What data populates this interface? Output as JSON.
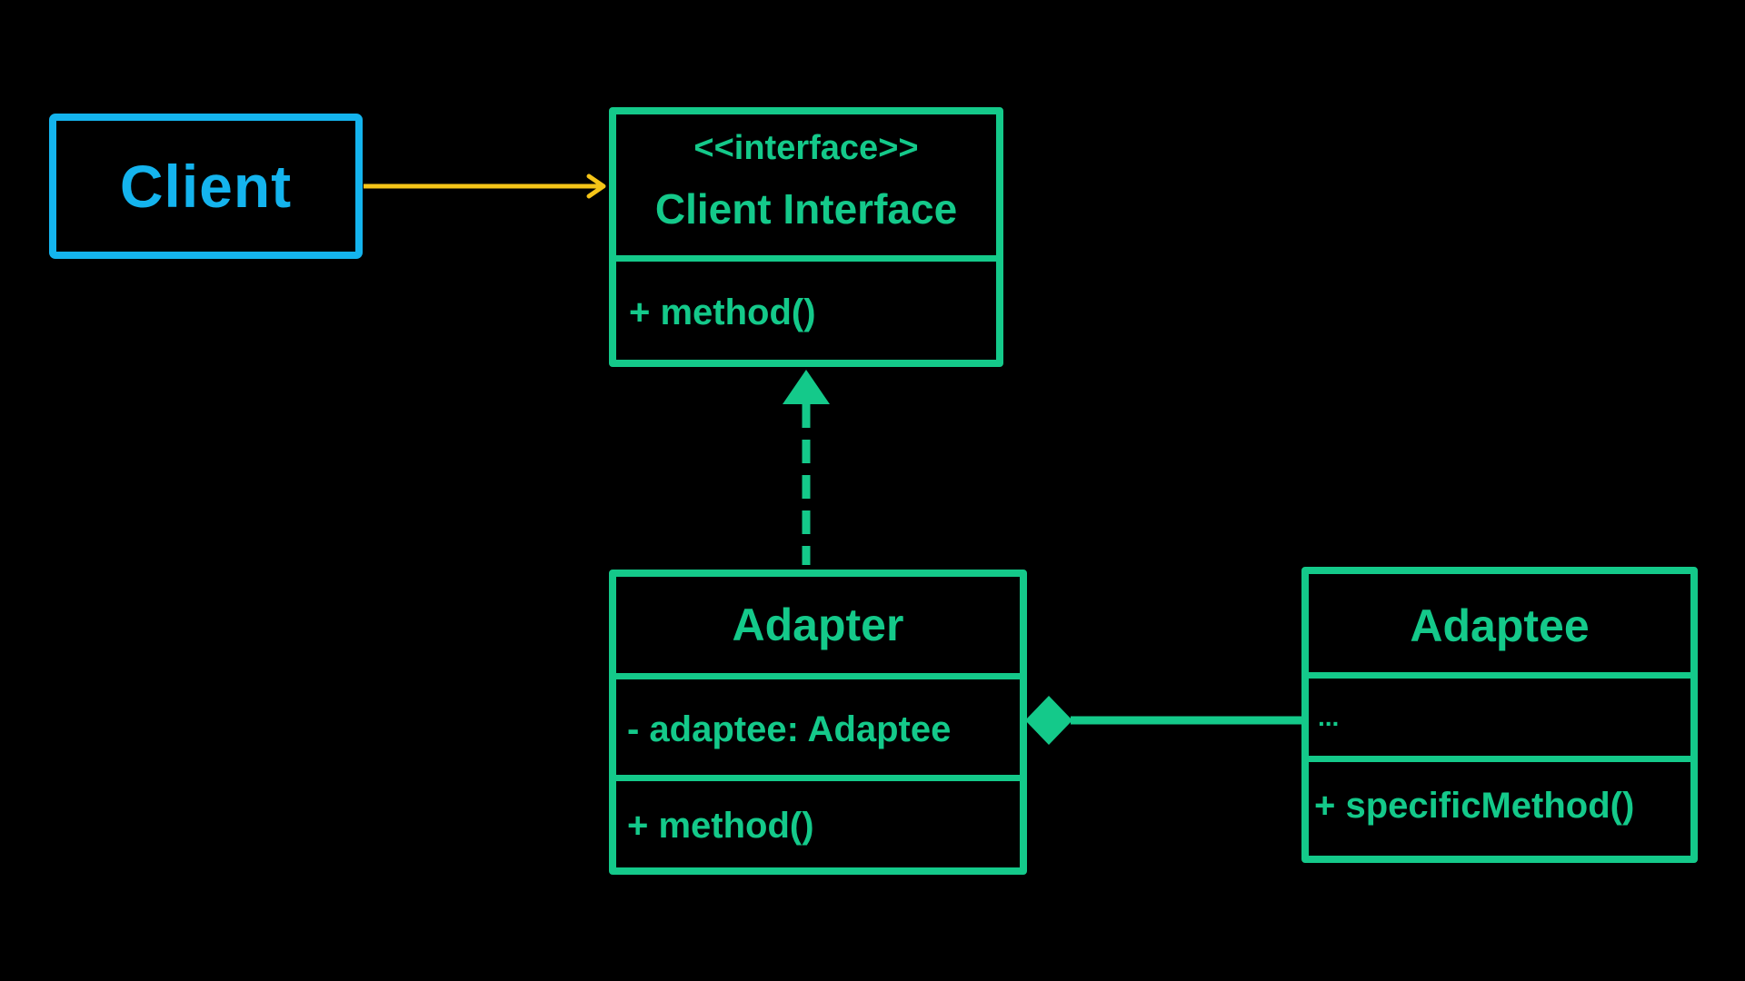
{
  "client": {
    "label": "Client"
  },
  "client_interface": {
    "stereotype": "<<interface>>",
    "name": "Client Interface",
    "methods": [
      "+ method()"
    ]
  },
  "adapter": {
    "name": "Adapter",
    "fields": [
      "- adaptee: Adaptee"
    ],
    "methods": [
      "+ method()"
    ]
  },
  "adaptee": {
    "name": "Adaptee",
    "fields": [
      "..."
    ],
    "methods": [
      "+ specificMethod()"
    ]
  },
  "colors": {
    "client": "#14b4ee",
    "class": "#14c98a",
    "association_arrow": "#f5c518",
    "background": "#000000"
  },
  "relationships": [
    {
      "type": "association",
      "from": "Client",
      "to": "Client Interface"
    },
    {
      "type": "realization",
      "from": "Adapter",
      "to": "Client Interface"
    },
    {
      "type": "composition",
      "from": "Adapter",
      "to": "Adaptee"
    }
  ]
}
